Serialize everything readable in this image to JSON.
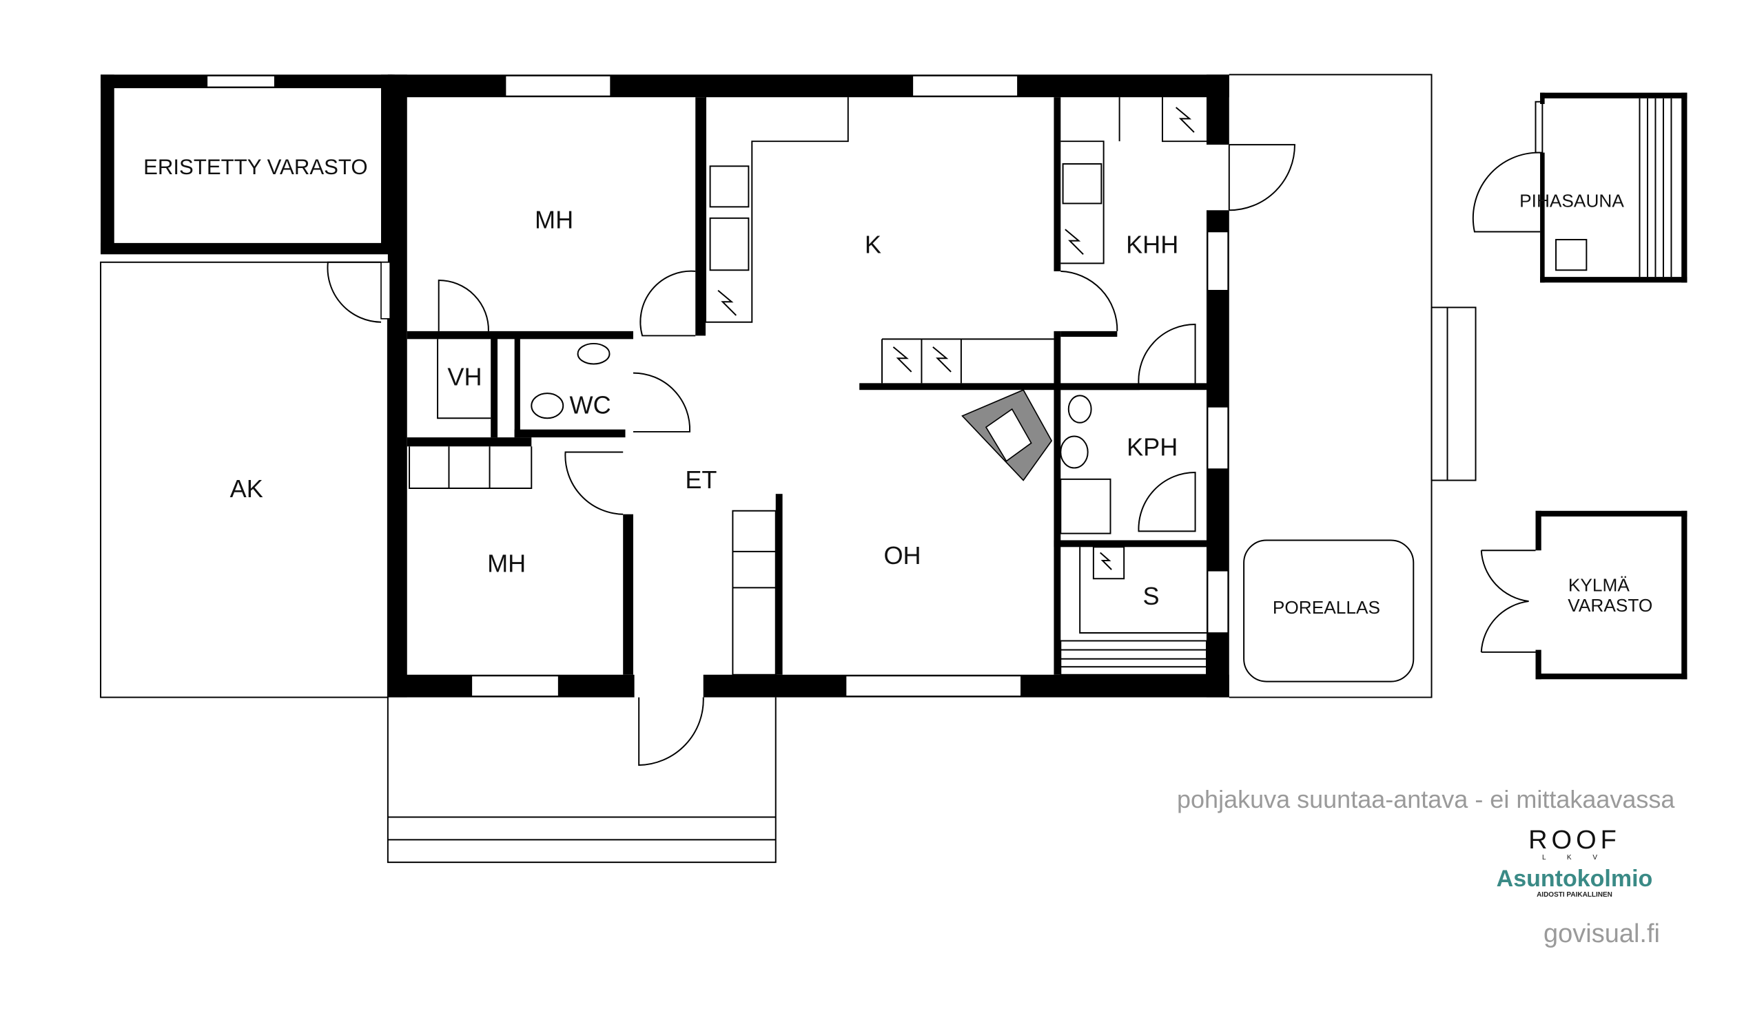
{
  "rooms": {
    "eristetty_varasto": "ERISTETTY VARASTO",
    "ak": "AK",
    "mh_top": "MH",
    "mh_bottom": "MH",
    "vh": "VH",
    "wc": "WC",
    "et": "ET",
    "k": "K",
    "oh": "OH",
    "khh": "KHH",
    "kph": "KPH",
    "s": "S",
    "poreallas": "POREALLAS",
    "pihasauna": "PIHASAUNA",
    "kylma_varasto_1": "KYLMÄ",
    "kylma_varasto_2": "VARASTO"
  },
  "footer": {
    "disclaimer": "pohjakuva suuntaa-antava - ei mittakaavassa",
    "logo_roof": "ROOF",
    "logo_roof_sub": "L K V",
    "logo_asuntokolmio": "Asuntokolmio",
    "logo_asuntokolmio_sub": "AIDOSTI PAIKALLINEN",
    "credit": "govisual.fi"
  },
  "colors": {
    "wall": "#000000",
    "text_gray": "#9a9a9a",
    "brand_teal": "#3a8a86",
    "fireplace": "#8a8a8a"
  }
}
